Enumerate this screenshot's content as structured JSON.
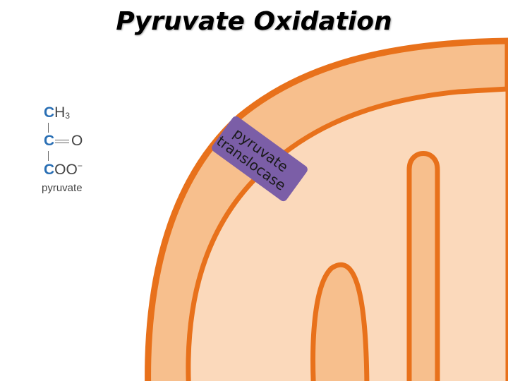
{
  "title": "Pyruvate Oxidation",
  "molecule": {
    "atoms": {
      "top_c": "C",
      "top_h": "H",
      "top_sub": "3",
      "mid_c": "C",
      "mid_o": "O",
      "bot_c": "C",
      "bot_oo": "OO",
      "charge": "−"
    },
    "caption": "pyruvate"
  },
  "transporter": {
    "line1": "pyruvate",
    "line2": "translocase"
  },
  "colors": {
    "membrane_outer": "#e8711b",
    "intermembrane": "#f7bf8d",
    "matrix": "#fbd9bb",
    "transporter": "#7b5ea7",
    "carbon": "#2a6fb4"
  }
}
